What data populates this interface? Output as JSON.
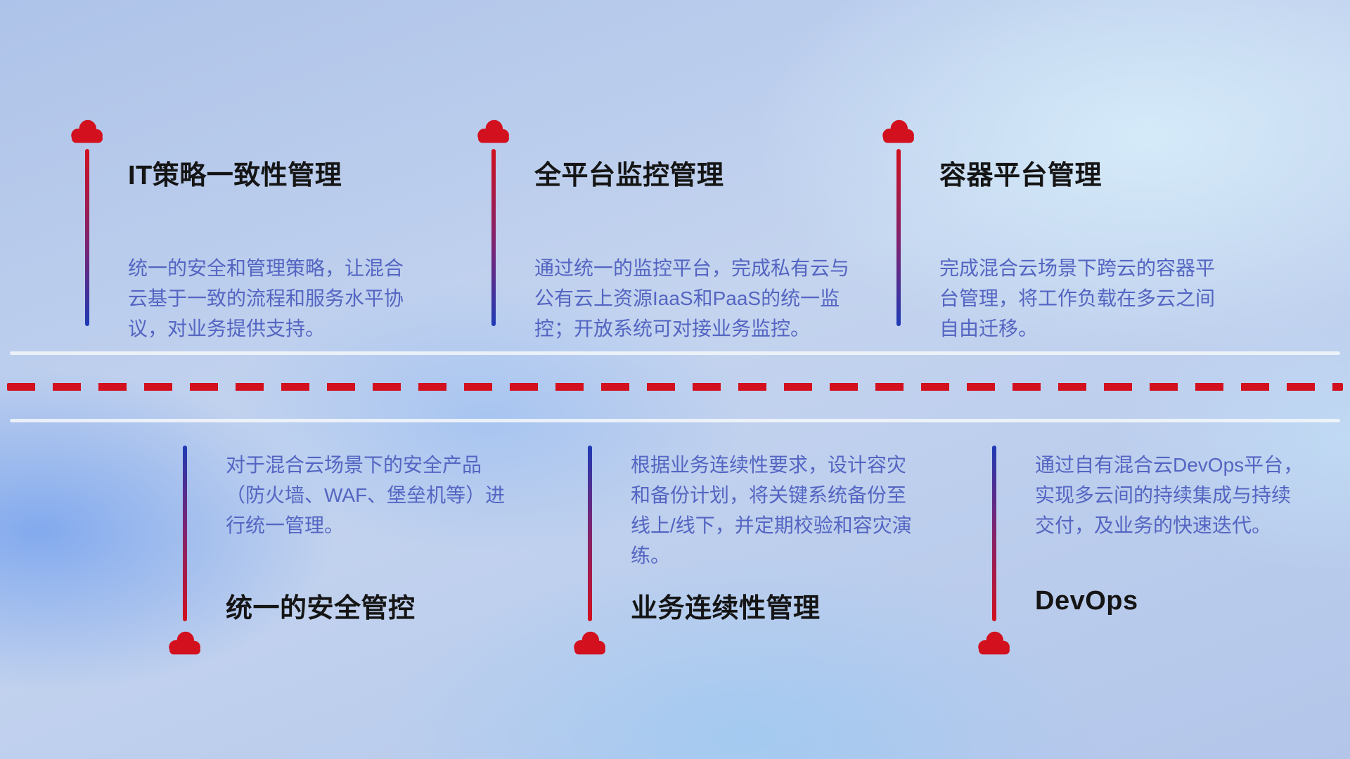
{
  "colors": {
    "red": "#d2101e",
    "blue": "#1e3ab4",
    "title": "#151515",
    "description": "#5465c2",
    "divider": "#f2f6fb"
  },
  "top_items": [
    {
      "title": "IT策略一致性管理",
      "description": "统一的安全和管理策略，让混合云基于一致的流程和服务水平协议，对业务提供支持。"
    },
    {
      "title": "全平台监控管理",
      "description": "通过统一的监控平台，完成私有云与公有云上资源IaaS和PaaS的统一监控；开放系统可对接业务监控。"
    },
    {
      "title": "容器平台管理",
      "description": "完成混合云场景下跨云的容器平台管理，将工作负载在多云之间自由迁移。"
    }
  ],
  "bottom_items": [
    {
      "title": "统一的安全管控",
      "description": "对于混合云场景下的安全产品（防火墙、WAF、堡垒机等）进行统一管理。"
    },
    {
      "title": "业务连续性管理",
      "description": "根据业务连续性要求，设计容灾和备份计划，将关键系统备份至线上/线下，并定期校验和容灾演练。"
    },
    {
      "title": "DevOps",
      "description": "通过自有混合云DevOps平台，实现多云间的持续集成与持续交付，及业务的快速迭代。"
    }
  ]
}
